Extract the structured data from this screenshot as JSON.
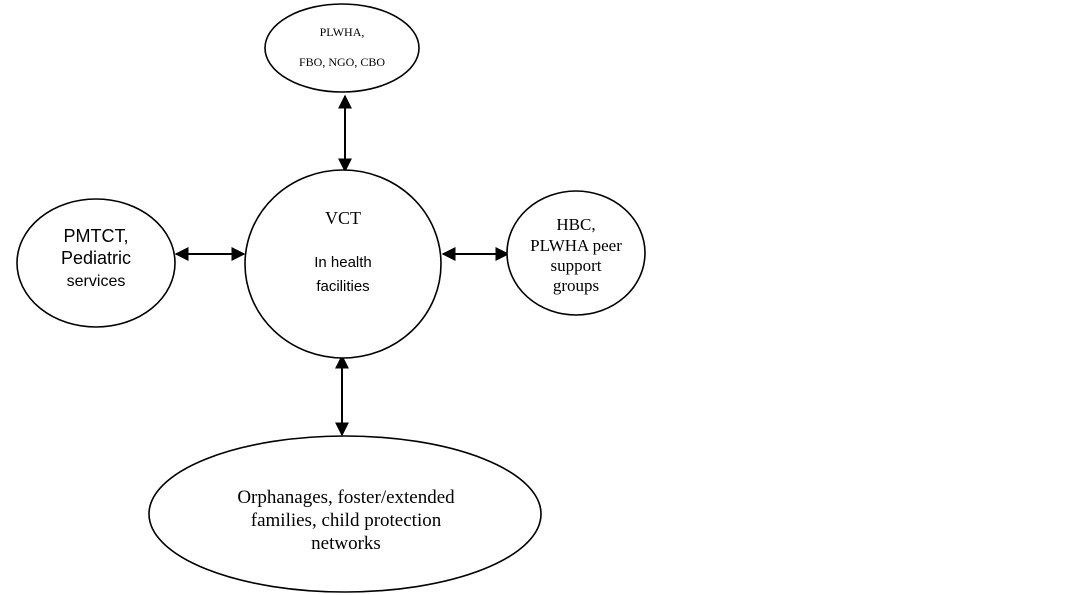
{
  "diagram": {
    "nodes": {
      "top": {
        "lines": [
          "PLWHA,",
          "FBO, NGO, CBO"
        ]
      },
      "center": {
        "title": "VCT",
        "lines": [
          "In health",
          "facilities"
        ]
      },
      "left": {
        "lines": [
          "PMTCT,",
          "Pediatric",
          "services"
        ]
      },
      "right": {
        "lines": [
          "HBC,",
          "PLWHA peer",
          "support",
          "groups"
        ]
      },
      "bottom": {
        "lines": [
          "Orphanages, foster/extended",
          "families, child protection",
          "networks"
        ]
      }
    },
    "connections": [
      {
        "from": "center",
        "to": "top",
        "direction": "bidirectional"
      },
      {
        "from": "center",
        "to": "left",
        "direction": "bidirectional"
      },
      {
        "from": "center",
        "to": "right",
        "direction": "bidirectional"
      },
      {
        "from": "center",
        "to": "bottom",
        "direction": "bidirectional"
      }
    ],
    "colors": {
      "stroke": "#000000",
      "background": "#ffffff"
    }
  }
}
